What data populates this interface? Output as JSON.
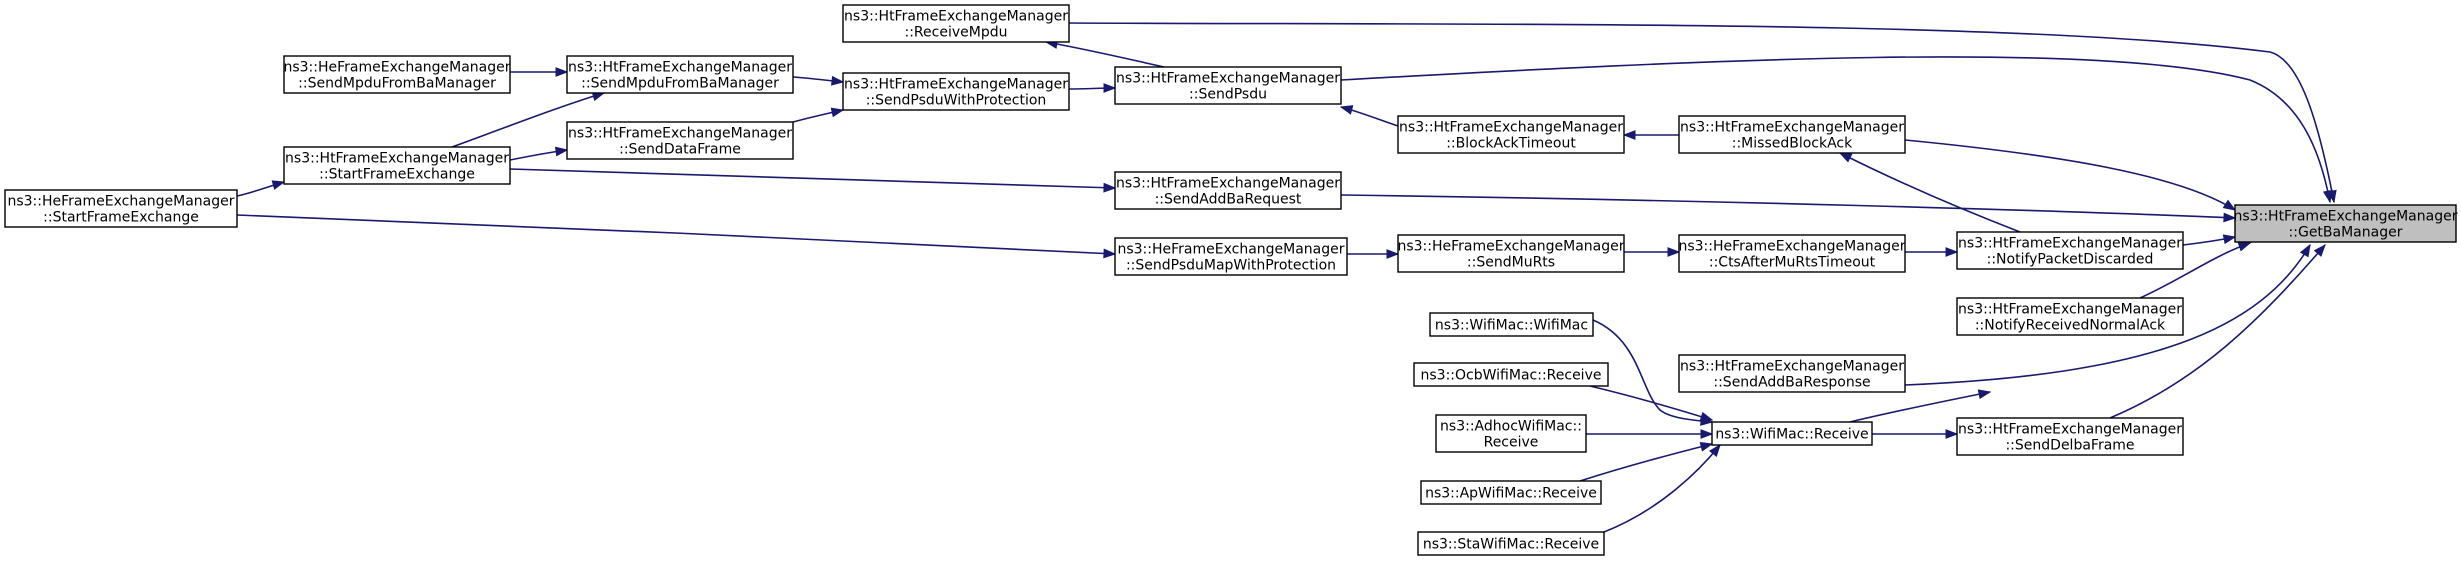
{
  "graph": {
    "nodes": [
      {
        "id": "root",
        "lines": [
          "ns3::HtFrameExchangeManager",
          "::GetBaManager"
        ]
      },
      {
        "id": "recvmpdu",
        "lines": [
          "ns3::HtFrameExchangeManager",
          "::ReceiveMpdu"
        ]
      },
      {
        "id": "sendpsdu",
        "lines": [
          "ns3::HtFrameExchangeManager",
          "::SendPsdu"
        ]
      },
      {
        "id": "psduwp",
        "lines": [
          "ns3::HtFrameExchangeManager",
          "::SendPsduWithProtection"
        ]
      },
      {
        "id": "htmpduba",
        "lines": [
          "ns3::HtFrameExchangeManager",
          "::SendMpduFromBaManager"
        ]
      },
      {
        "id": "hempduba",
        "lines": [
          "ns3::HeFrameExchangeManager",
          "::SendMpduFromBaManager"
        ]
      },
      {
        "id": "senddata",
        "lines": [
          "ns3::HtFrameExchangeManager",
          "::SendDataFrame"
        ]
      },
      {
        "id": "htsfe",
        "lines": [
          "ns3::HtFrameExchangeManager",
          "::StartFrameExchange"
        ]
      },
      {
        "id": "hesfe",
        "lines": [
          "ns3::HeFrameExchangeManager",
          "::StartFrameExchange"
        ]
      },
      {
        "id": "blockack",
        "lines": [
          "ns3::HtFrameExchangeManager",
          "::BlockAckTimeout"
        ]
      },
      {
        "id": "missed",
        "lines": [
          "ns3::HtFrameExchangeManager",
          "::MissedBlockAck"
        ]
      },
      {
        "id": "addbareq",
        "lines": [
          "ns3::HtFrameExchangeManager",
          "::SendAddBaRequest"
        ]
      },
      {
        "id": "psdumap",
        "lines": [
          "ns3::HeFrameExchangeManager",
          "::SendPsduMapWithProtection"
        ]
      },
      {
        "id": "sendmurts",
        "lines": [
          "ns3::HeFrameExchangeManager",
          "::SendMuRts"
        ]
      },
      {
        "id": "ctsafter",
        "lines": [
          "ns3::HeFrameExchangeManager",
          "::CtsAfterMuRtsTimeout"
        ]
      },
      {
        "id": "notifydisc",
        "lines": [
          "ns3::HtFrameExchangeManager",
          "::NotifyPacketDiscarded"
        ]
      },
      {
        "id": "notifyack",
        "lines": [
          "ns3::HtFrameExchangeManager",
          "::NotifyReceivedNormalAck"
        ]
      },
      {
        "id": "addbaresp",
        "lines": [
          "ns3::HtFrameExchangeManager",
          "::SendAddBaResponse"
        ]
      },
      {
        "id": "delba",
        "lines": [
          "ns3::HtFrameExchangeManager",
          "::SendDelbaFrame"
        ]
      },
      {
        "id": "wifirecv",
        "lines": [
          "ns3::WifiMac::Receive"
        ]
      },
      {
        "id": "wifimac",
        "lines": [
          "ns3::WifiMac::WifiMac"
        ]
      },
      {
        "id": "ocb",
        "lines": [
          "ns3::OcbWifiMac::Receive"
        ]
      },
      {
        "id": "adhoc",
        "lines": [
          "ns3::AdhocWifiMac::",
          "Receive"
        ]
      },
      {
        "id": "ap",
        "lines": [
          "ns3::ApWifiMac::Receive"
        ]
      },
      {
        "id": "sta",
        "lines": [
          "ns3::StaWifiMac::Receive"
        ]
      }
    ]
  },
  "colors": {
    "edge": "#191970",
    "root_fill": "#bfbfbf",
    "node_fill": "#ffffff",
    "node_border": "#000000"
  }
}
